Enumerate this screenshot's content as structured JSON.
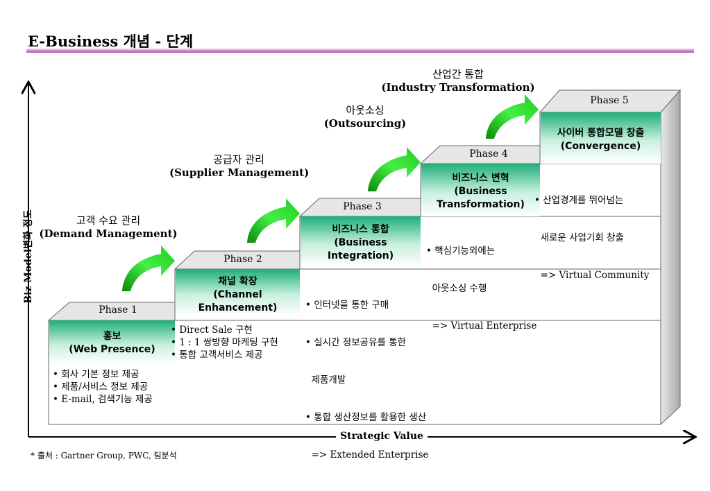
{
  "title": "E-Business 개념 - 단계",
  "axes": {
    "x_label": "Strategic Value",
    "y_label": "Biz Model변화 정도"
  },
  "stage_labels": [
    {
      "ko": "고객 수요 관리",
      "en": "(Demand Management)"
    },
    {
      "ko": "공급자 관리",
      "en": "(Supplier Management)"
    },
    {
      "ko": "아웃소싱",
      "en": "(Outsourcing)"
    },
    {
      "ko": "산업간 통합",
      "en": "(Industry Transformation)"
    }
  ],
  "phases": [
    {
      "name": "Phase 1",
      "box_ko": "홍보",
      "box_en": "(Web Presence)",
      "bullets": [
        "• 회사 기본 정보 제공",
        "• 제품/서비스 정보 제공",
        "• E-mail, 검색기능 제공"
      ]
    },
    {
      "name": "Phase 2",
      "box_ko": "채널 확장",
      "box_en": "(Channel Enhancement)",
      "bullets": [
        "• Direct Sale 구현",
        "• 1 : 1 쌍방향 마케팅 구현",
        "• 통합 고객서비스 제공"
      ]
    },
    {
      "name": "Phase 3",
      "box_ko": "비즈니스 통합",
      "box_en": "(Business Integration)",
      "bullets": [
        "• 인터넷을 통한 구매",
        "• 실시간 정보공유를 통한",
        "  제품개발",
        "• 통합 생산정보를 활용한 생산",
        "  => Extended Enterprise"
      ]
    },
    {
      "name": "Phase 4",
      "box_ko": "비즈니스 변혁",
      "box_en": "(Business Transformation)",
      "bullets": [
        "• 핵심기능외에는",
        "  아웃소싱 수행",
        "  => Virtual Enterprise"
      ]
    },
    {
      "name": "Phase 5",
      "box_ko": "사이버 통합모델 창출",
      "box_en": "(Convergence)",
      "bullets": [
        "• 산업경계를 뛰어넘는",
        "  새로운 사업기회 창출",
        "  => Virtual Community"
      ]
    }
  ],
  "source": "* 출처 : Gartner Group, PWC, 팀분석",
  "colors": {
    "box_green": "#1fae7a",
    "arrow_green": "#33dd33",
    "title_bar": "#a14fa3",
    "step_top": "#e6e6e6",
    "side": "#c6c6c6"
  }
}
